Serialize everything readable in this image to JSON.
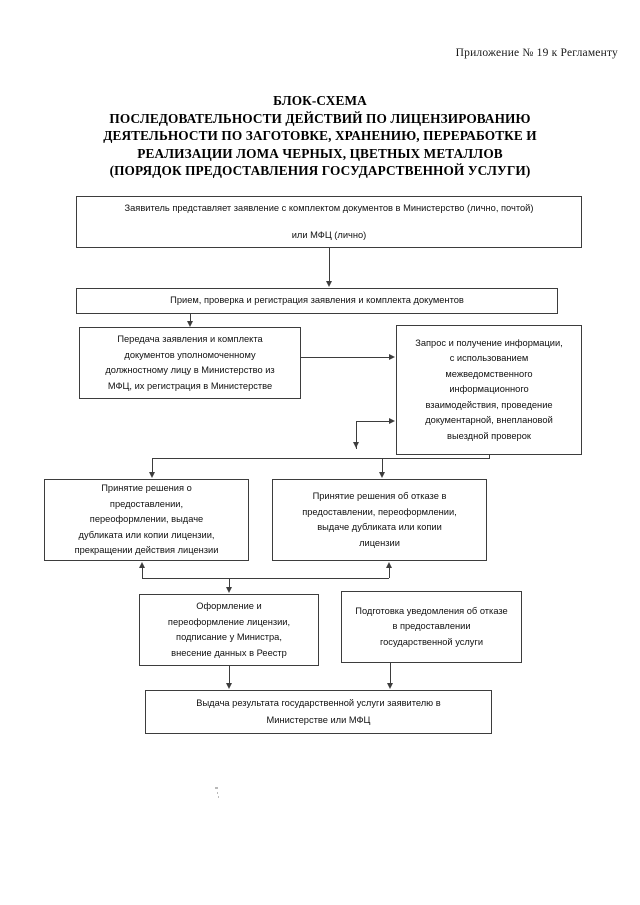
{
  "page": {
    "appendix_note": "Приложение № 19 к Регламенту"
  },
  "title": {
    "lines": [
      "БЛОК-СХЕМА",
      "ПОСЛЕДОВАТЕЛЬНОСТИ ДЕЙСТВИЙ ПО ЛИЦЕНЗИРОВАНИЮ",
      "ДЕЯТЕЛЬНОСТИ ПО ЗАГОТОВКЕ, ХРАНЕНИЮ, ПЕРЕРАБОТКЕ И",
      "РЕАЛИЗАЦИИ ЛОМА ЧЕРНЫХ, ЦВЕТНЫХ МЕТАЛЛОВ",
      "(ПОРЯДОК ПРЕДОСТАВЛЕНИЯ ГОСУДАРСТВЕННОЙ УСЛУГИ)"
    ]
  },
  "flowchart": {
    "type": "flowchart",
    "nodes": [
      {
        "id": "apply",
        "lines": [
          "Заявитель представляет заявление с комплектом  документов в Министерство (лично, почтой)",
          "или МФЦ (лично)"
        ]
      },
      {
        "id": "receive",
        "lines": [
          "Прием, проверка и регистрация заявления и комплекта документов"
        ]
      },
      {
        "id": "transfer",
        "lines": [
          "Передача заявления и комплекта",
          "документов уполномоченному",
          "должностному лицу в Министерство из",
          "МФЦ, их  регистрация в Министерстве"
        ]
      },
      {
        "id": "request",
        "lines": [
          "Запрос и получение информации,",
          "с          использованием",
          "межведомственного",
          "информационного",
          "взаимодействия, проведение",
          "документарной, внеплановой",
          "выездной проверок"
        ]
      },
      {
        "id": "grant",
        "lines": [
          "Принятие решения о",
          "предоставлении,",
          "переоформлении, выдаче",
          "дубликата или копии лицензии,",
          "прекращении действия лицензии"
        ]
      },
      {
        "id": "refuse",
        "lines": [
          "Принятие решения об  отказе в",
          "предоставлении,  переоформлении,",
          "выдаче дубликата или копии",
          "лицензии"
        ]
      },
      {
        "id": "issue",
        "lines": [
          "Оформление и",
          "переоформление лицензии,",
          "подписание у Министра,",
          "внесение данных в   Реестр"
        ]
      },
      {
        "id": "notify",
        "lines": [
          "Подготовка  уведомления об отказе",
          "в  предоставлении",
          "государственной услуги"
        ]
      },
      {
        "id": "result",
        "lines": [
          "Выдача результата государственной услуги заявителю  в",
          "Министерстве или МФЦ"
        ]
      }
    ],
    "edges": [
      {
        "from": "apply",
        "to": "receive"
      },
      {
        "from": "receive",
        "to": "transfer"
      },
      {
        "from": "transfer",
        "to": "request"
      },
      {
        "from": "request",
        "to": "grant"
      },
      {
        "from": "request",
        "to": "refuse"
      },
      {
        "from": "issue",
        "to": "grant"
      },
      {
        "from": "notify",
        "to": "refuse"
      },
      {
        "from": "grant",
        "to": "issue"
      },
      {
        "from": "issue",
        "to": "result"
      },
      {
        "from": "notify",
        "to": "result"
      }
    ]
  },
  "colors": {
    "line": "#3d3d3d",
    "text": "#111111",
    "background": "#ffffff"
  }
}
